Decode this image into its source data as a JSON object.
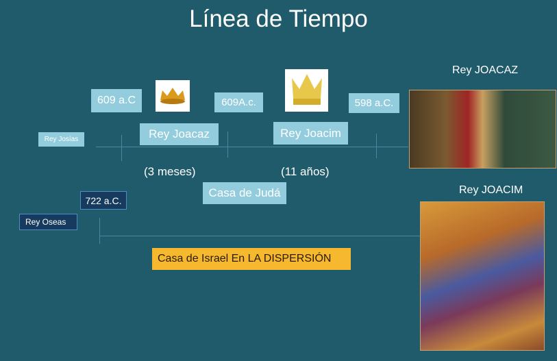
{
  "title": "Línea de Tiempo",
  "judah": {
    "date1": "609 a.C",
    "date2": "609A.c.",
    "date3": "598 a.C.",
    "prev_king": "Rey Josías",
    "king1": "Rey Joacaz",
    "king2": "Rey Joacim",
    "duration1": "(3 meses)",
    "duration2": "(11 años)",
    "house": "Casa de Judá"
  },
  "israel": {
    "date": "722 a.C.",
    "king": "Rey Oseas",
    "house": "Casa de Israel En LA DISPERSIÓN"
  },
  "portraits": {
    "top_label": "Rey JOACAZ",
    "bottom_label": "Rey JOACIM"
  },
  "colors": {
    "background": "#1f5b6b",
    "box": "#93cddd",
    "dark_box": "#173b5e",
    "highlight": "#f5b82e"
  }
}
